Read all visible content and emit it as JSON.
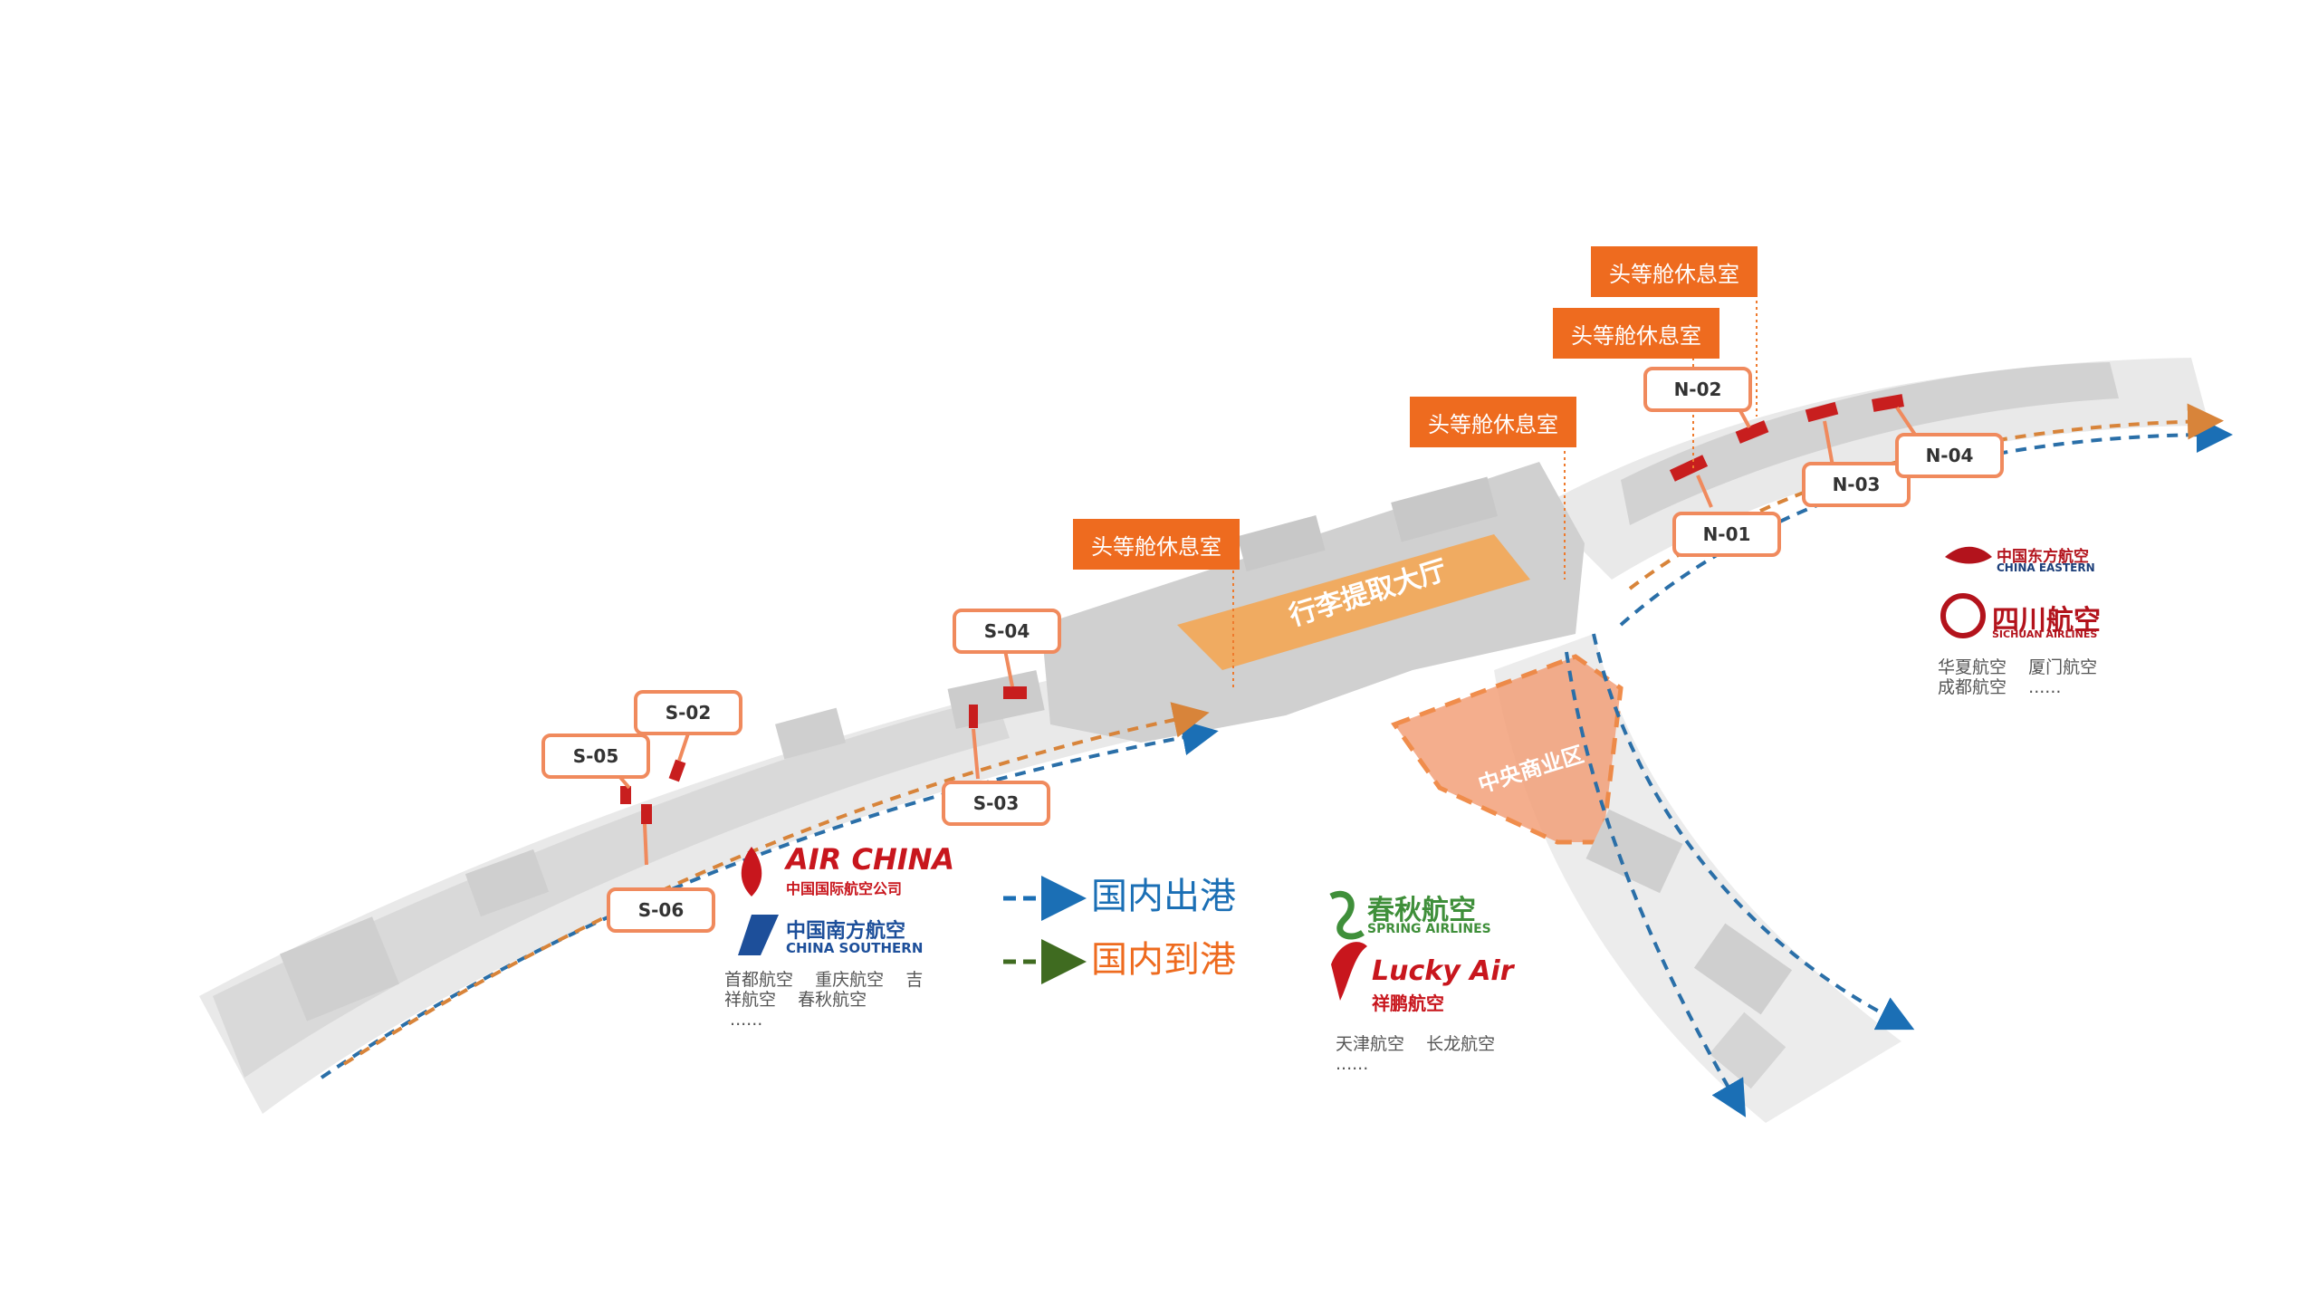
{
  "gates": {
    "s02": "S-02",
    "s03": "S-03",
    "s04": "S-04",
    "s05": "S-05",
    "s06": "S-06",
    "n01": "N-01",
    "n02": "N-02",
    "n03": "N-03",
    "n04": "N-04"
  },
  "lounges": {
    "l1": "头等舱休息室",
    "l2": "头等舱休息室",
    "l3": "头等舱休息室",
    "l4": "头等舱休息室"
  },
  "areas": {
    "baggage_hall": "行李提取大厅",
    "central_business": "中央商业区"
  },
  "legend": {
    "departure": "国内出港",
    "arrival": "国内到港",
    "departure_color": "#1b6fb5",
    "arrival_color": "#3f6b20",
    "departure_text_color": "#1b6fb5",
    "arrival_text_color": "#ee6b1f"
  },
  "airlines": {
    "west": {
      "logo1": "AIR CHINA",
      "logo1_cn": "中国国际航空公司",
      "logo2_cn": "中国南方航空",
      "logo2": "CHINA SOUTHERN",
      "others": "首都航空    重庆航空    吉\n祥航空    春秋航空\n ......"
    },
    "center": {
      "logo1_cn": "春秋航空",
      "logo1": "SPRING AIRLINES",
      "logo2": "Lucky Air",
      "logo2_cn": "祥鹏航空",
      "others": "天津航空    长龙航空\n......"
    },
    "east": {
      "logo1_cn": "中国东方航空",
      "logo1": "CHINA EASTERN",
      "logo2_cn": "四川航空",
      "logo2": "SICHUAN AIRLINES",
      "others": "华夏航空    厦门航空\n成都航空    ......"
    }
  },
  "colors": {
    "accent_orange": "#ee6b1f",
    "callout_border": "#f08a5d",
    "gate_red": "#c81e1e",
    "building_gray": "#d4d4d4",
    "air_china_red": "#c8161d",
    "china_southern_blue": "#1d4f9a",
    "spring_green": "#3f8f3a",
    "eastern_red": "#b3131c"
  }
}
